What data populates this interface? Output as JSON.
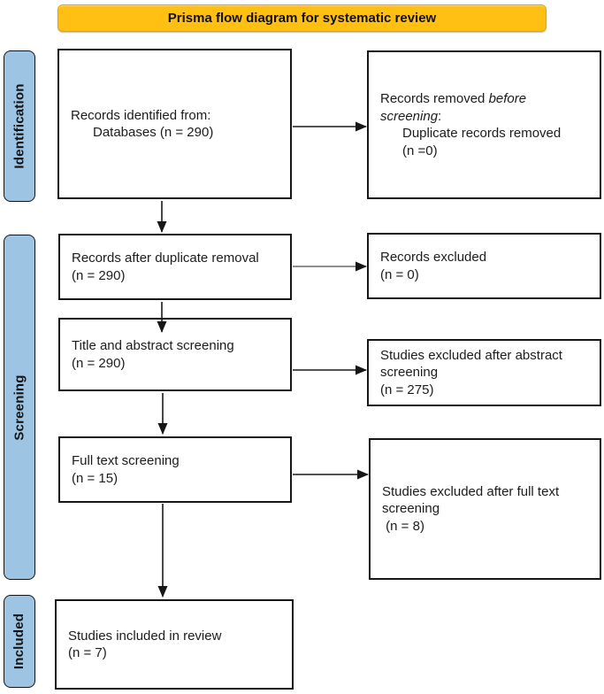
{
  "header": {
    "title": "Prisma flow diagram for systematic review"
  },
  "stages": {
    "identification": "Identification",
    "screening": "Screening",
    "included": "Included"
  },
  "boxes": {
    "records_identified": {
      "lines": [
        "Records identified from:",
        "Databases (n = 290)"
      ]
    },
    "records_removed": {
      "line1_prefix": "Records removed ",
      "line1_italic": "before screening",
      "line1_suffix": ":",
      "lines": [
        "Duplicate records removed",
        "(n =0)"
      ]
    },
    "after_duplicate": {
      "lines": [
        "Records after duplicate removal",
        "(n = 290)"
      ]
    },
    "records_excluded": {
      "lines": [
        "Records excluded",
        "(n = 0)"
      ]
    },
    "title_abstract": {
      "lines": [
        "Title and abstract screening",
        "(n = 290)"
      ]
    },
    "excluded_abstract": {
      "lines": [
        "Studies excluded after abstract screening",
        "(n = 275)"
      ]
    },
    "full_text": {
      "lines": [
        "Full text screening",
        "(n = 15)"
      ]
    },
    "excluded_full_text": {
      "lines": [
        "Studies excluded after full text screening",
        " (n = 8)"
      ]
    },
    "included_review": {
      "lines": [
        "Studies included in review",
        "(n = 7)"
      ]
    }
  },
  "colors": {
    "header_bg": "#FFC013",
    "stage_bg": "#9EC4E4",
    "box_border": "#161616",
    "arrow": "#1a1a1a",
    "arrow_gray_shaft": "#8f8f8f",
    "background": "#ffffff"
  }
}
